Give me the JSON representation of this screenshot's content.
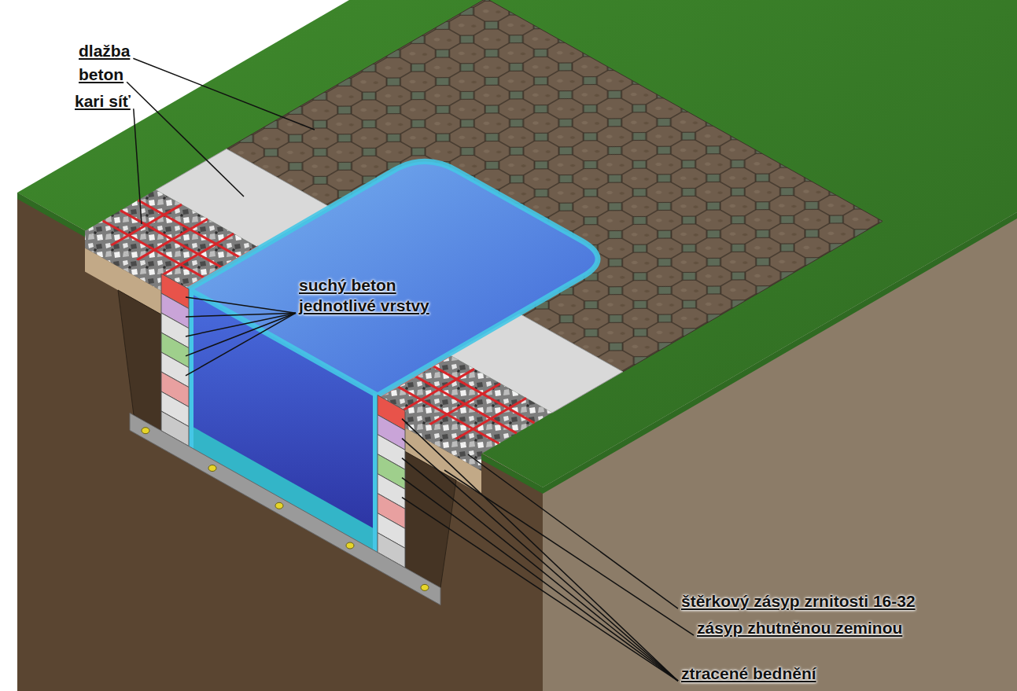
{
  "diagram": {
    "labels": [
      "dlažba",
      "beton",
      "kari síť",
      "suchý beton",
      "jednotlivé vrstvy",
      "štěrkový zásyp zrnitosti 16-32",
      "zásyp zhutněnou zeminou",
      "ztracené bednění"
    ]
  }
}
